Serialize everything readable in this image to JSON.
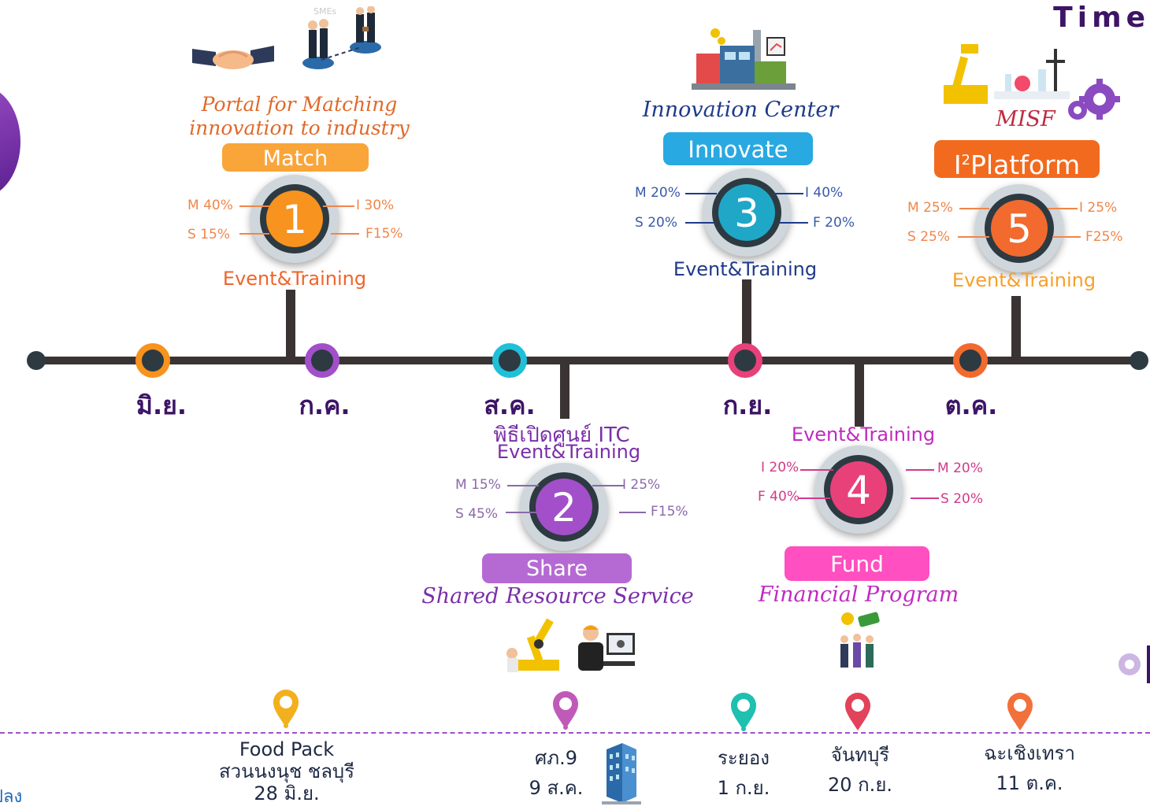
{
  "header": {
    "title": "Time"
  },
  "months": [
    {
      "label": "มิ.ย."
    },
    {
      "label": "ก.ค."
    },
    {
      "label": "ส.ค."
    },
    {
      "label": "ก.ย."
    },
    {
      "label": "ต.ค."
    }
  ],
  "milestones": {
    "m1": {
      "number": "1",
      "pill": "Match",
      "caption_line1": "Portal for Matching",
      "caption_line2": "innovation to industry",
      "event": "Event&Training",
      "tl": "M 40%",
      "bl": "S 15%",
      "tr": "I 30%",
      "br": "F15%",
      "color": "#f7931e"
    },
    "m2": {
      "number": "2",
      "pill": "Share",
      "caption": "Shared Resource Service",
      "heading": "พิธีเปิดศูนย์ ITC",
      "event": "Event&Training",
      "tl": "M 15%",
      "bl": "S 45%",
      "tr": "I 25%",
      "br": "F15%",
      "color": "#a24fc9"
    },
    "m3": {
      "number": "3",
      "pill": "Innovate",
      "caption": "Innovation Center",
      "event": "Event&Training",
      "tl": "M 20%",
      "bl": "S 20%",
      "tr": "I 40%",
      "br": "F 20%",
      "color": "#1fa7d8"
    },
    "m4": {
      "number": "4",
      "pill": "Fund",
      "caption": "Financial Program",
      "event": "Event&Training",
      "tl": "I 20%",
      "bl": "F 40%",
      "tr": "M 20%",
      "br": "S 20%",
      "color": "#e8417a"
    },
    "m5": {
      "number": "5",
      "pill_pre": "I",
      "pill_sup": "2",
      "pill_rest": "Platform",
      "caption": "MISF",
      "event": "Event&Training",
      "tl": "M 25%",
      "bl": "S 25%",
      "tr": "I 25%",
      "br": "F25%",
      "color": "#f26a2e"
    }
  },
  "locations": [
    {
      "line1": "Food Pack",
      "line2": "สวนนงนุช ชลบุรี",
      "line3": "28 มิ.ย."
    },
    {
      "line1": "ศภ.9",
      "line2": "9 ส.ค."
    },
    {
      "line1": "ระยอง",
      "line2": "1 ก.ย."
    },
    {
      "line1": "จันทบุรี",
      "line2": "20 ก.ย."
    },
    {
      "line1": "ฉะเชิงเทรา",
      "line2": "11 ต.ค."
    }
  ],
  "footer": {
    "left_fragment": "ปลง"
  },
  "icons": {
    "small_logo": "SMEs"
  }
}
